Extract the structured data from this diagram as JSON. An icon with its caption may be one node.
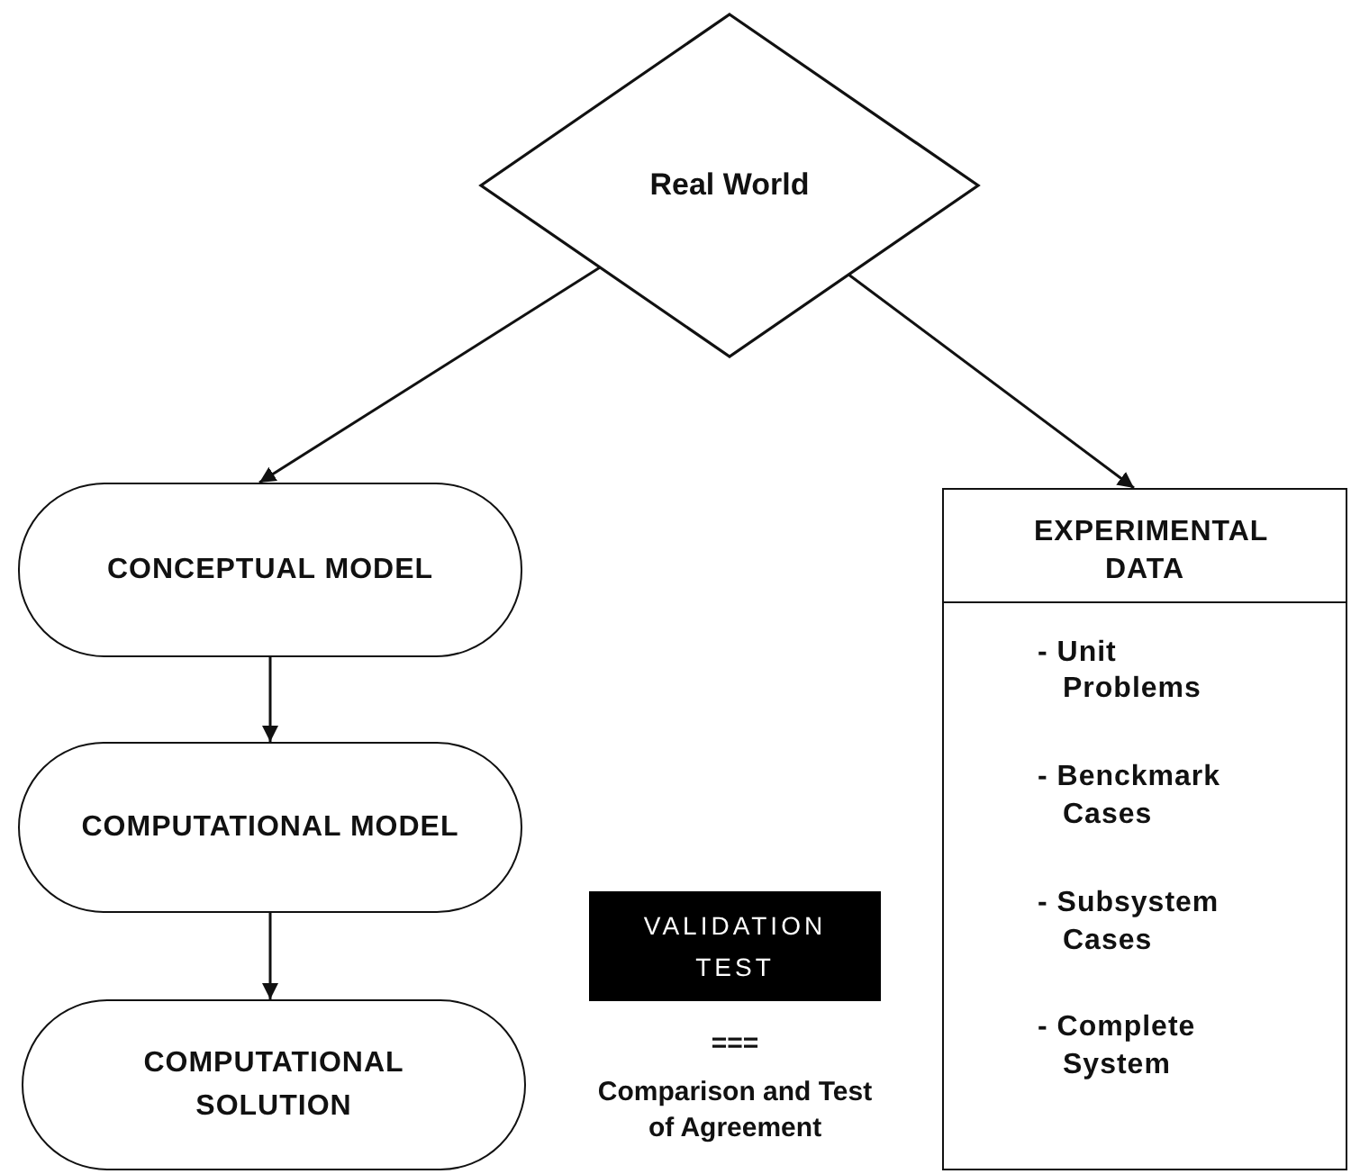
{
  "diagram": {
    "nodes": [
      {
        "text": [
          "Real World"
        ]
      },
      {
        "text": [
          "CONCEPTUAL MODEL"
        ]
      },
      {
        "text": [
          "COMPUTATIONAL MODEL"
        ]
      },
      {
        "text": [
          "COMPUTATIONAL SOLUTION"
        ]
      },
      {
        "text": [
          "EXPERIMENTAL DATA",
          "- Unit Problems",
          "- Benckmark Cases",
          "- Subsystem Cases",
          "- Complete System"
        ]
      },
      {
        "text": [
          "VALIDATION TEST"
        ]
      }
    ],
    "edges": [
      {
        "from": 0,
        "to": 1,
        "arrow": "to"
      },
      {
        "from": 0,
        "to": 4,
        "arrow": "to"
      },
      {
        "from": 1,
        "to": 2,
        "arrow": "to"
      },
      {
        "from": 2,
        "to": 3,
        "arrow": "to"
      }
    ],
    "labels": [
      "===",
      "Comparison and Test of Agreement"
    ]
  }
}
